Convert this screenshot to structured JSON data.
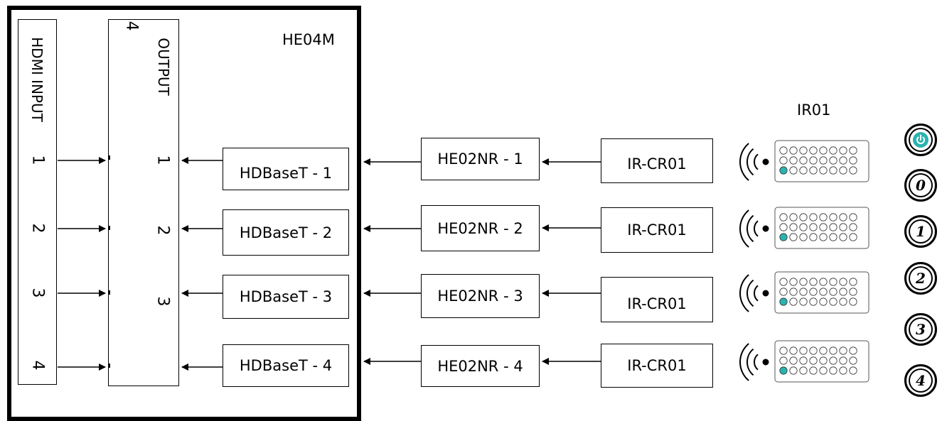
{
  "device": {
    "name": "HE04M",
    "hdmi_input_label": "HDMI INPUT",
    "output_label": "OUTPUT",
    "output_count_label": "4",
    "inputs": [
      "1",
      "2",
      "3",
      "4"
    ],
    "outputs": [
      "1",
      "2",
      "3",
      ""
    ]
  },
  "hdbaset": [
    "HDBaseT - 1",
    "HDBaseT - 2",
    "HDBaseT - 3",
    "HDBaseT - 4"
  ],
  "receivers": [
    "HE02NR - 1",
    "HE02NR - 2",
    "HE02NR - 3",
    "HE02NR - 4"
  ],
  "ir_receivers": [
    "IR-CR01",
    "IR-CR01",
    "IR-CR01",
    "IR-CR01"
  ],
  "remote_label": "IR01",
  "remote_buttons": [
    "power",
    "0",
    "1",
    "2",
    "3",
    "4"
  ],
  "remote_button_labels": [
    "",
    "0",
    "1",
    "2",
    "3",
    "4"
  ],
  "colors": {
    "power_accent": "#2bb3b0",
    "line": "#000000"
  }
}
